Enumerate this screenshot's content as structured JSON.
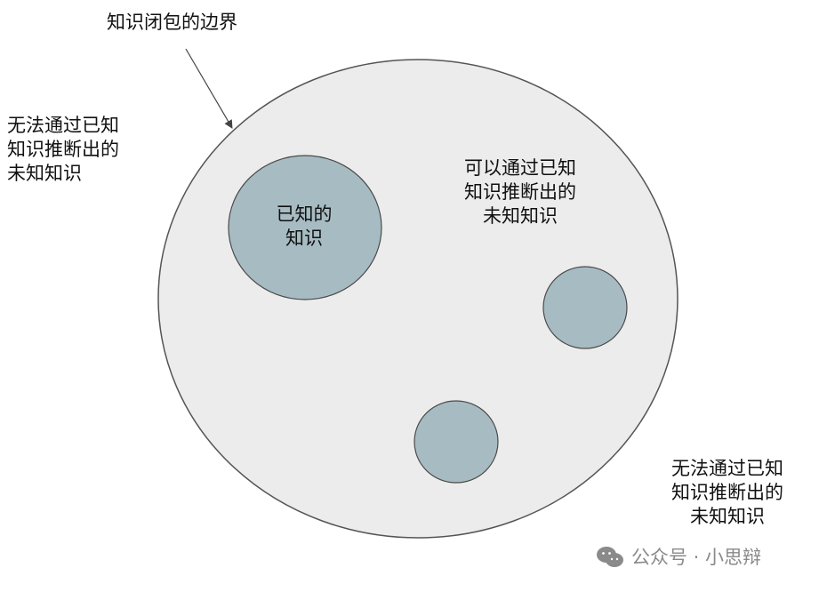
{
  "colors": {
    "background": "#ffffff",
    "closure_fill": "#ececec",
    "closure_stroke": "#555555",
    "known_fill": "#a7bcc2",
    "known_stroke": "#4a4a4a",
    "text": "#111111",
    "watermark": "#8a8a8a"
  },
  "labels": {
    "boundary": "知识闭包的边界",
    "outside_left": [
      "无法通过已知",
      "知识推断出的",
      "未知知识"
    ],
    "inside": [
      "可以通过已知",
      "知识推断出的",
      "未知知识"
    ],
    "known": [
      "已知的",
      "知识"
    ],
    "outside_right": [
      "无法通过已知",
      "知识推断出的",
      "未知知识"
    ]
  },
  "icons": {
    "boundary_pointer": "arrow-icon",
    "watermark": "wechat-icon"
  },
  "watermark": {
    "text": "公众号 · 小思辩"
  }
}
